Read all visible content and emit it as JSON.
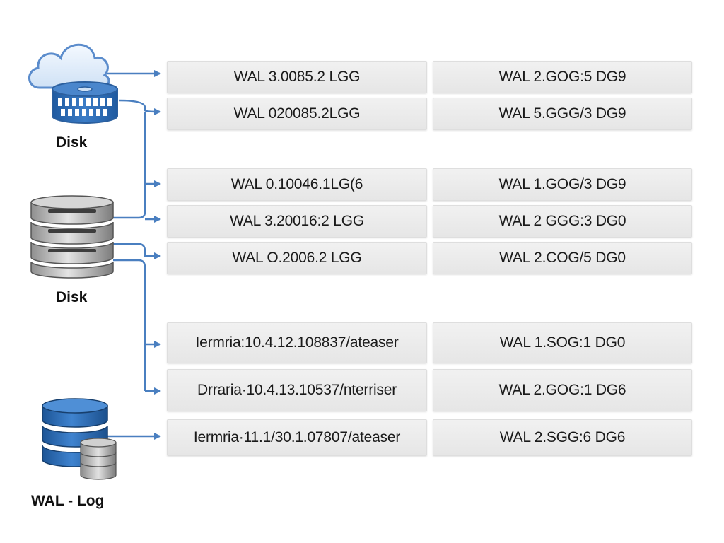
{
  "nodes": {
    "cloud_disk": {
      "label": "Disk"
    },
    "server_disk": {
      "label": "Disk"
    },
    "wal_log": {
      "label": "WAL - Log"
    }
  },
  "rows": [
    {
      "col1": "WAL 3.0085.2 LGG",
      "col2": "WAL 2.GOG:5 DG9"
    },
    {
      "col1": "WAL 020085.2LGG",
      "col2": "WAL 5.GGG/3 DG9"
    },
    {
      "col1": "WAL 0.10046.1LG(6",
      "col2": "WAL 1.GOG/3 DG9"
    },
    {
      "col1": "WAL 3.20016:2 LGG",
      "col2": "WAL 2 GGG:3 DG0"
    },
    {
      "col1": "WAL O.2006.2 LGG",
      "col2": "WAL 2.COG/5 DG0"
    },
    {
      "col1": "Iermria:10.4.12.108837/ateaser",
      "col2": "WAL 1.SOG:1 DG0"
    },
    {
      "col1": "Drraria·10.4.13.10537/nterriser",
      "col2": "WAL 2.GOG:1 DG6"
    },
    {
      "col1": "Iermria·11.1/30.1.07807/ateaser",
      "col2": "WAL 2.SGG:6 DG6"
    }
  ],
  "colors": {
    "connector": "#4a7fc0",
    "cloud_fill": "#dbe9f8",
    "cloud_stroke": "#5b8ccc",
    "disk_blue": "#2f6eb5",
    "cell_bg": "#ececec"
  }
}
